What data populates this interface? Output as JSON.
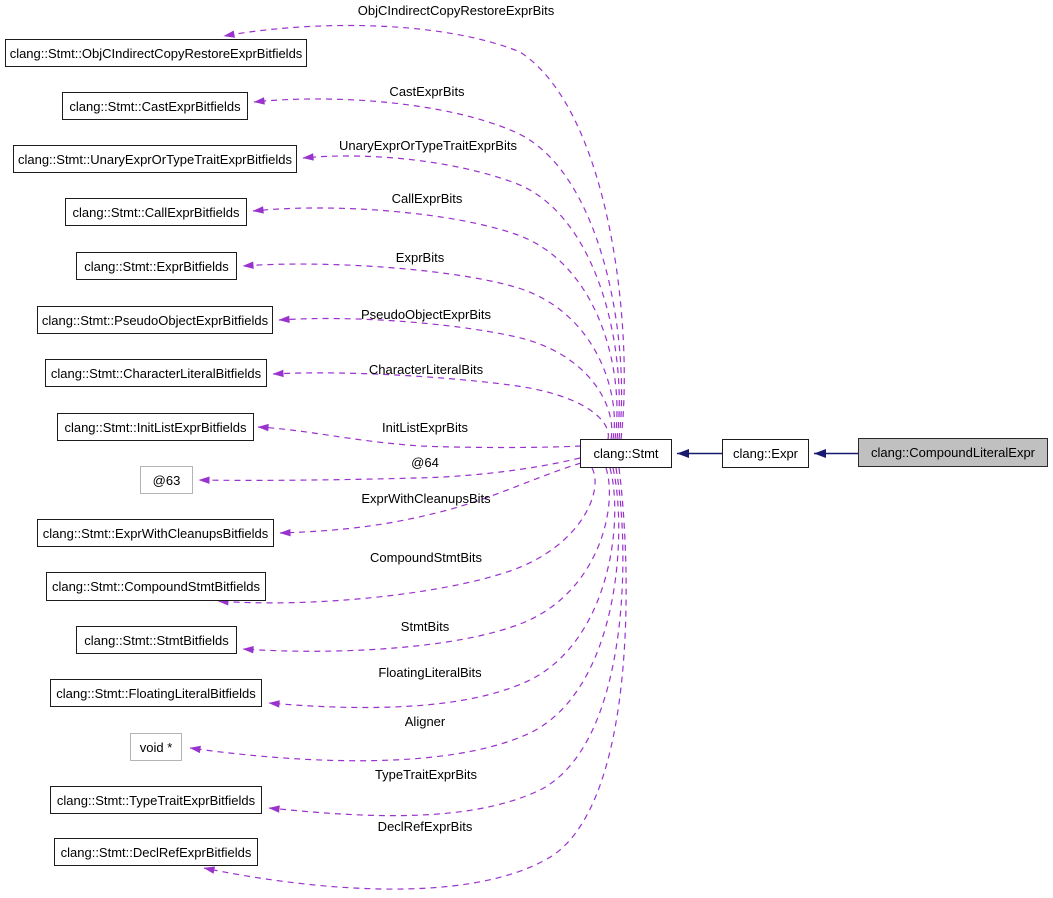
{
  "diagram": {
    "type": "collaboration-graph",
    "colors": {
      "usage_edge": "#9a32cd",
      "inheritance_edge": "#191970",
      "node_border": "#1c1c1c",
      "anon_node_border": "#b4b4b4",
      "current_node_fill": "#c0c0c0",
      "background": "#ffffff"
    },
    "nodes": [
      {
        "id": "objc_indirect_copy_restore_expr_bitfields",
        "label": "clang::Stmt::ObjCIndirectCopyRestoreExprBitfields"
      },
      {
        "id": "cast_expr_bitfields",
        "label": "clang::Stmt::CastExprBitfields"
      },
      {
        "id": "unary_expr_or_type_trait_expr_bitfields",
        "label": "clang::Stmt::UnaryExprOrTypeTraitExprBitfields"
      },
      {
        "id": "call_expr_bitfields",
        "label": "clang::Stmt::CallExprBitfields"
      },
      {
        "id": "expr_bitfields",
        "label": "clang::Stmt::ExprBitfields"
      },
      {
        "id": "pseudo_object_expr_bitfields",
        "label": "clang::Stmt::PseudoObjectExprBitfields"
      },
      {
        "id": "character_literal_bitfields",
        "label": "clang::Stmt::CharacterLiteralBitfields"
      },
      {
        "id": "init_list_expr_bitfields",
        "label": "clang::Stmt::InitListExprBitfields"
      },
      {
        "id": "anon63",
        "label": "@63"
      },
      {
        "id": "expr_with_cleanups_bitfields",
        "label": "clang::Stmt::ExprWithCleanupsBitfields"
      },
      {
        "id": "compound_stmt_bitfields",
        "label": "clang::Stmt::CompoundStmtBitfields"
      },
      {
        "id": "stmt_bitfields",
        "label": "clang::Stmt::StmtBitfields"
      },
      {
        "id": "floating_literal_bitfields",
        "label": "clang::Stmt::FloatingLiteralBitfields"
      },
      {
        "id": "void_ptr",
        "label": "void *"
      },
      {
        "id": "type_trait_expr_bitfields",
        "label": "clang::Stmt::TypeTraitExprBitfields"
      },
      {
        "id": "decl_ref_expr_bitfields",
        "label": "clang::Stmt::DeclRefExprBitfields"
      },
      {
        "id": "stmt",
        "label": "clang::Stmt"
      },
      {
        "id": "expr",
        "label": "clang::Expr"
      },
      {
        "id": "compound_literal_expr",
        "label": "clang::CompoundLiteralExpr"
      }
    ],
    "edges": [
      {
        "label": "ObjCIndirectCopyRestoreExprBits",
        "from": "stmt",
        "to": "objc_indirect_copy_restore_expr_bitfields"
      },
      {
        "label": "CastExprBits",
        "from": "stmt",
        "to": "cast_expr_bitfields"
      },
      {
        "label": "UnaryExprOrTypeTraitExprBits",
        "from": "stmt",
        "to": "unary_expr_or_type_trait_expr_bitfields"
      },
      {
        "label": "CallExprBits",
        "from": "stmt",
        "to": "call_expr_bitfields"
      },
      {
        "label": "ExprBits",
        "from": "stmt",
        "to": "expr_bitfields"
      },
      {
        "label": "PseudoObjectExprBits",
        "from": "stmt",
        "to": "pseudo_object_expr_bitfields"
      },
      {
        "label": "CharacterLiteralBits",
        "from": "stmt",
        "to": "character_literal_bitfields"
      },
      {
        "label": "InitListExprBits",
        "from": "stmt",
        "to": "init_list_expr_bitfields"
      },
      {
        "label": "@64",
        "from": "stmt",
        "to": "anon63"
      },
      {
        "label": "ExprWithCleanupsBits",
        "from": "stmt",
        "to": "expr_with_cleanups_bitfields"
      },
      {
        "label": "CompoundStmtBits",
        "from": "stmt",
        "to": "compound_stmt_bitfields"
      },
      {
        "label": "StmtBits",
        "from": "stmt",
        "to": "stmt_bitfields"
      },
      {
        "label": "FloatingLiteralBits",
        "from": "stmt",
        "to": "floating_literal_bitfields"
      },
      {
        "label": "Aligner",
        "from": "stmt",
        "to": "void_ptr"
      },
      {
        "label": "TypeTraitExprBits",
        "from": "stmt",
        "to": "type_trait_expr_bitfields"
      },
      {
        "label": "DeclRefExprBits",
        "from": "stmt",
        "to": "decl_ref_expr_bitfields"
      }
    ],
    "inheritance": [
      {
        "from": "expr",
        "to": "stmt"
      },
      {
        "from": "compound_literal_expr",
        "to": "expr"
      }
    ]
  }
}
